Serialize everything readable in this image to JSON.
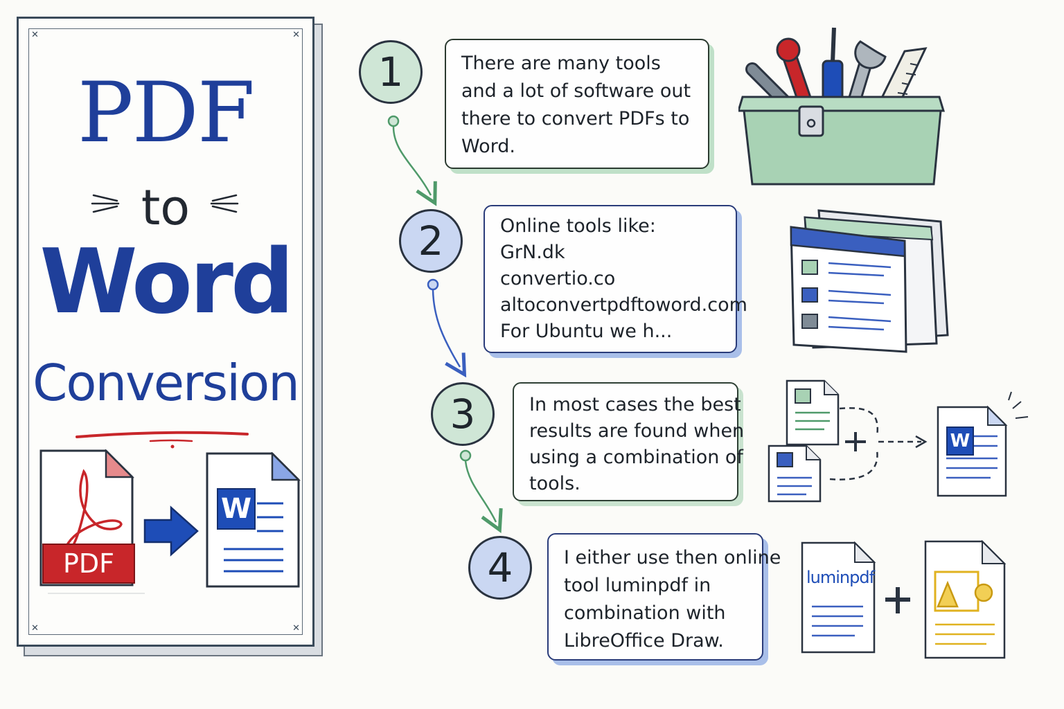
{
  "title": {
    "line1": "PDF",
    "line2": "to",
    "line3": "Word",
    "line4": "Conversion"
  },
  "icons": {
    "pdf_badge": "PDF",
    "word_badge": "W",
    "word_badge_small": "W",
    "luminpdf_label": "luminpdf"
  },
  "steps": [
    {
      "number": "1",
      "lines": [
        "There are many tools",
        "and a lot of software out",
        "there to convert PDFs to",
        "Word."
      ],
      "illustration": "toolbox-icon"
    },
    {
      "number": "2",
      "lines": [
        "Online tools like:",
        "GrN.dk",
        "convertio.co",
        "altoconvertpdftoword.com",
        "For Ubuntu we h..."
      ],
      "illustration": "browser-windows-icon"
    },
    {
      "number": "3",
      "lines": [
        "In most cases the best",
        "results are found when",
        "using a combination of",
        "tools."
      ],
      "illustration": "combine-documents-icon"
    },
    {
      "number": "4",
      "lines": [
        "I either use then online",
        "tool luminpdf in",
        "combination with",
        "LibreOffice Draw."
      ],
      "illustration": "luminpdf-plus-draw-icon"
    }
  ],
  "colors": {
    "title_blue": "#1f3f9a",
    "green_accent": "#cfe6d6",
    "blue_accent": "#cad7f2",
    "pdf_red": "#c8262a",
    "word_blue": "#1e4db7",
    "draw_yellow": "#e0b21f"
  }
}
